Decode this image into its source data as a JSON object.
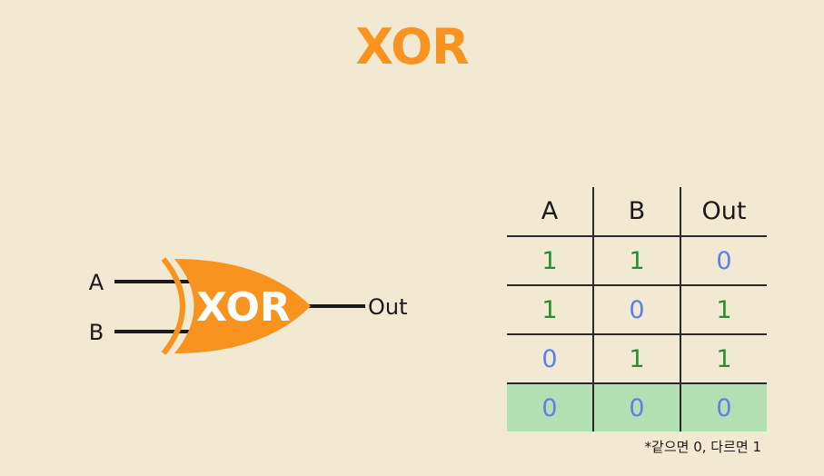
{
  "title": "XOR",
  "colors": {
    "accent": "#f7931e",
    "one": "#23902f",
    "zero": "#5b7ef0",
    "highlight_row": "#b3e0b3",
    "background": "#f2e9d3"
  },
  "gate": {
    "type": "xor-gate",
    "label": "XOR",
    "input_a": "A",
    "input_b": "B",
    "output": "Out"
  },
  "truth_table": {
    "headers": [
      "A",
      "B",
      "Out"
    ],
    "rows": [
      [
        "1",
        "1",
        "0"
      ],
      [
        "1",
        "0",
        "1"
      ],
      [
        "0",
        "1",
        "1"
      ],
      [
        "0",
        "0",
        "0"
      ]
    ],
    "highlighted_row": 3
  },
  "note": "*같으면 0, 다르면 1"
}
